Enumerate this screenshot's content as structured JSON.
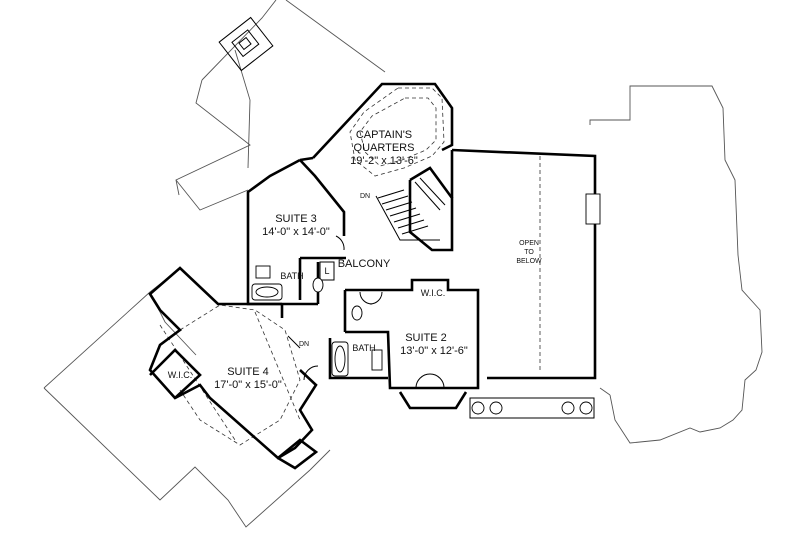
{
  "rooms": {
    "captain": {
      "name_line1": "CAPTAIN'S",
      "name_line2": "QUARTERS",
      "dims": "19'-2\" x 13'-6\""
    },
    "suite3": {
      "name": "SUITE 3",
      "dims": "14'-0\" x 14'-0\""
    },
    "suite2": {
      "name": "SUITE 2",
      "dims": "13'-0\" x 12'-6\""
    },
    "suite4": {
      "name": "SUITE 4",
      "dims": "17'-0\" x 15'-0\""
    },
    "balcony": {
      "name": "BALCONY"
    },
    "bath_upper": {
      "name": "BATH"
    },
    "bath_lower": {
      "name": "BATH"
    },
    "wic_right": {
      "name": "W.I.C."
    },
    "wic_left": {
      "name": "W.I.C."
    },
    "linen": {
      "name": "L"
    },
    "open_below": {
      "line1": "OPEN",
      "line2": "TO",
      "line3": "BELOW"
    }
  },
  "labels": {
    "dn_stair": "DN",
    "dn_suite4": "DN"
  }
}
